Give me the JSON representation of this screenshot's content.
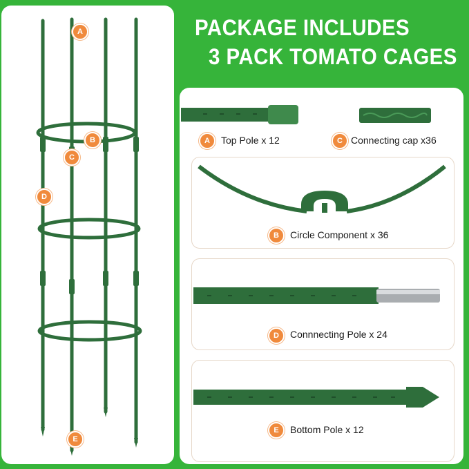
{
  "headline": {
    "line1": "PACKAGE INCLUDES",
    "line2": "3 PACK TOMATO CAGES"
  },
  "colors": {
    "background_green": "#36b43a",
    "pole_green": "#2e6e3b",
    "badge_orange": "#f08a3c"
  },
  "cage_badges": {
    "a": "A",
    "b": "B",
    "c": "C",
    "d": "D",
    "e": "E"
  },
  "parts": [
    {
      "letter": "A",
      "label": "Top Pole x 12"
    },
    {
      "letter": "C",
      "label": "Connecting cap x36"
    },
    {
      "letter": "B",
      "label": "Circle Component x 36"
    },
    {
      "letter": "D",
      "label": "Connnecting Pole x 24"
    },
    {
      "letter": "E",
      "label": "Bottom Pole x 12"
    }
  ]
}
